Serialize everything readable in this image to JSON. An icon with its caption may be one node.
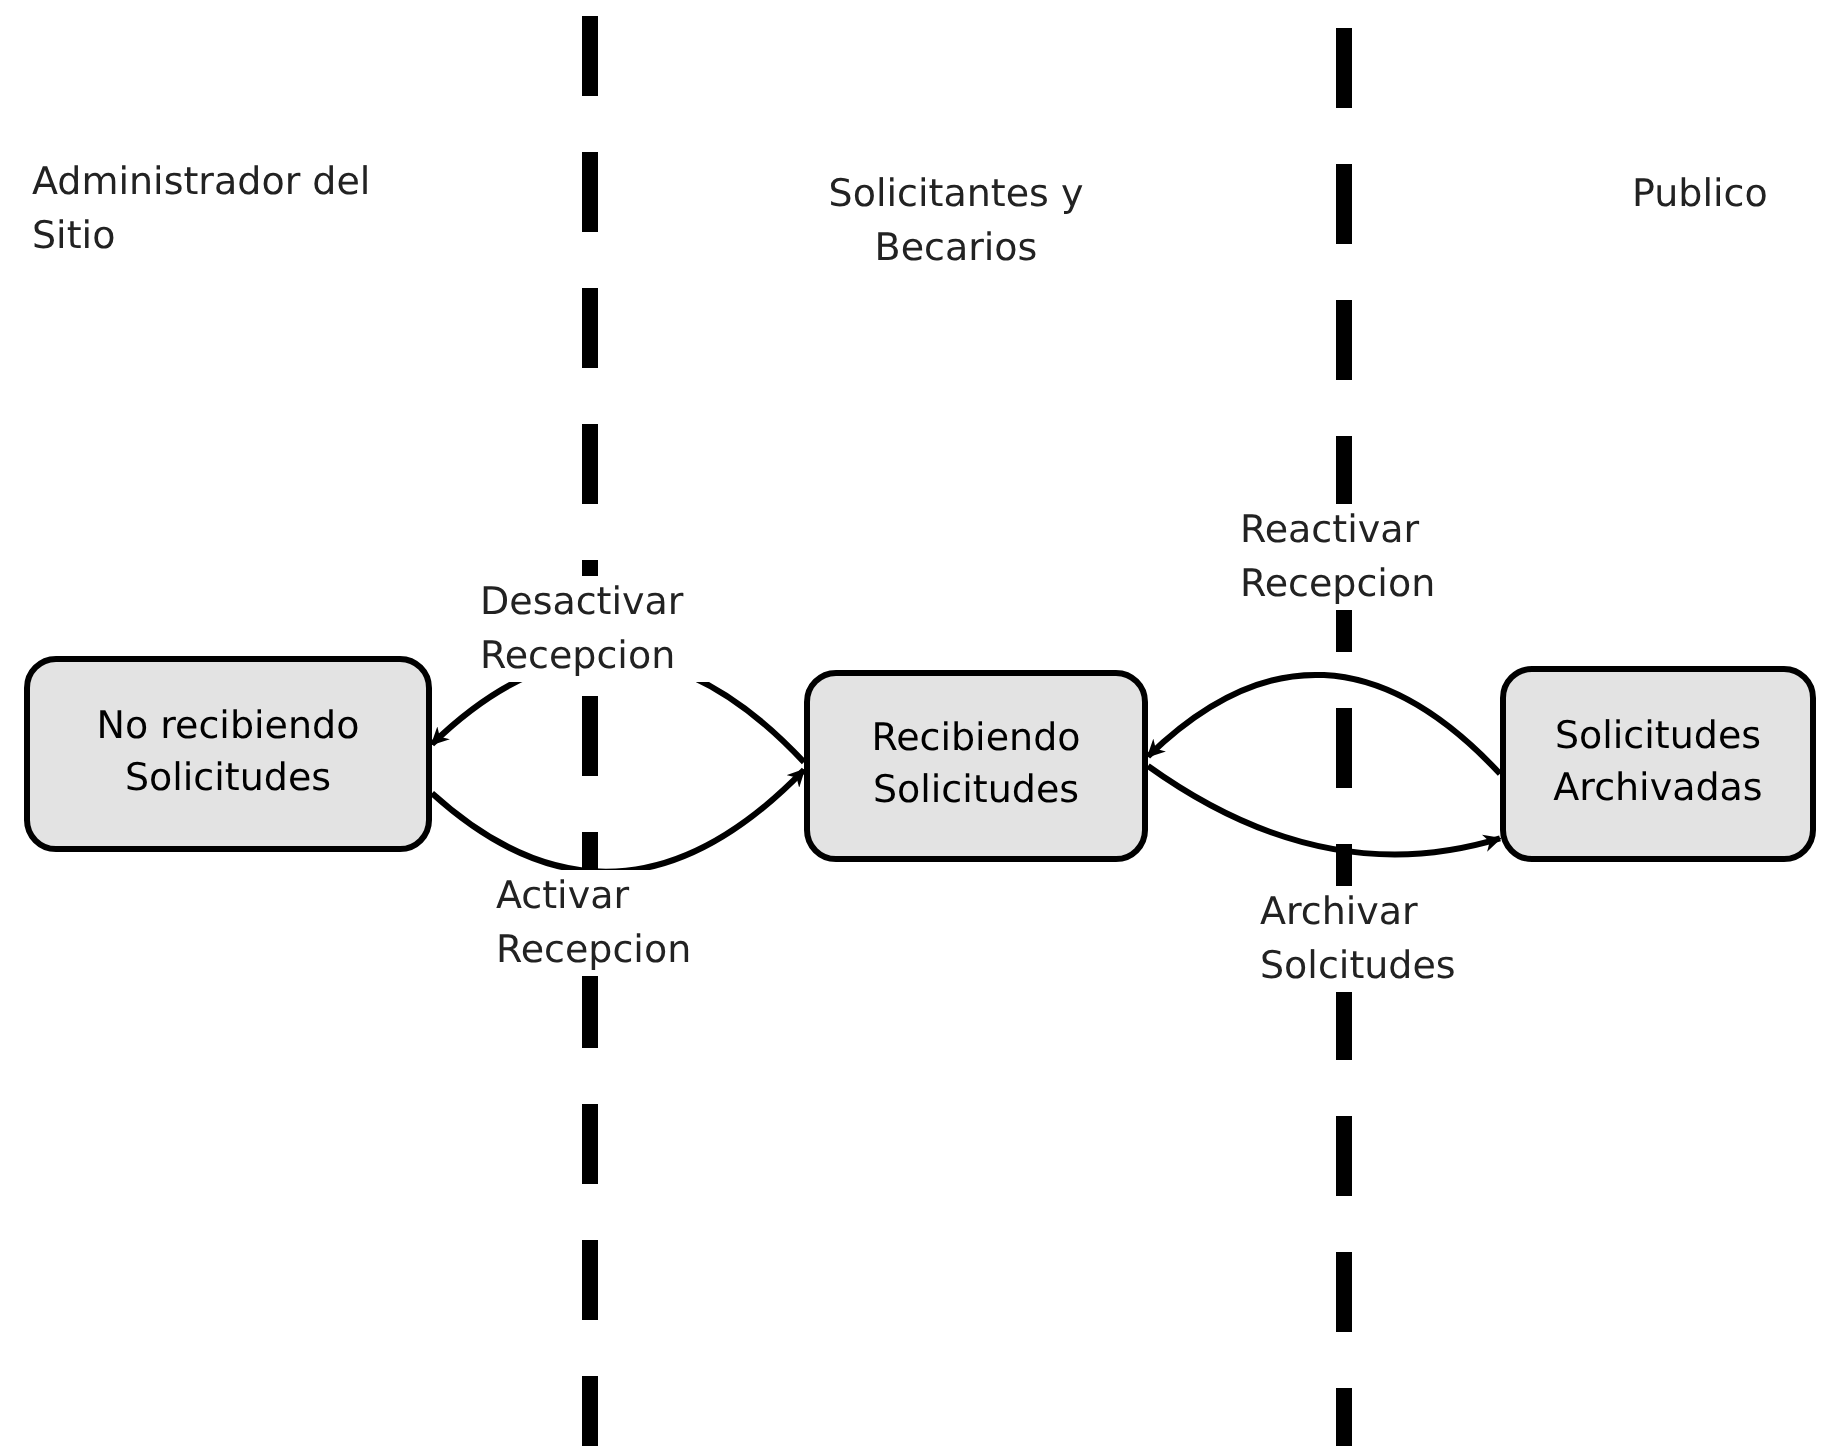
{
  "diagram": {
    "nodes": [
      {
        "text": [
          "No recibiendo Solicitudes"
        ]
      },
      {
        "text": [
          "Recibiendo Solicitudes"
        ]
      },
      {
        "text": [
          "Solicitudes Archivadas"
        ]
      }
    ],
    "edges": [
      {
        "from": 1,
        "to": 0,
        "arrow": "to",
        "label": "Desactivar Recepcion"
      },
      {
        "from": 0,
        "to": 1,
        "arrow": "to",
        "label": "Activar Recepcion"
      },
      {
        "from": 2,
        "to": 1,
        "arrow": "to",
        "label": "Reactivar Recepcion"
      },
      {
        "from": 1,
        "to": 2,
        "arrow": "to",
        "label": "Archivar Solcitudes"
      }
    ],
    "labels": [
      "Administrador del Sitio",
      "Solicitantes y Becarios",
      "Publico"
    ]
  }
}
